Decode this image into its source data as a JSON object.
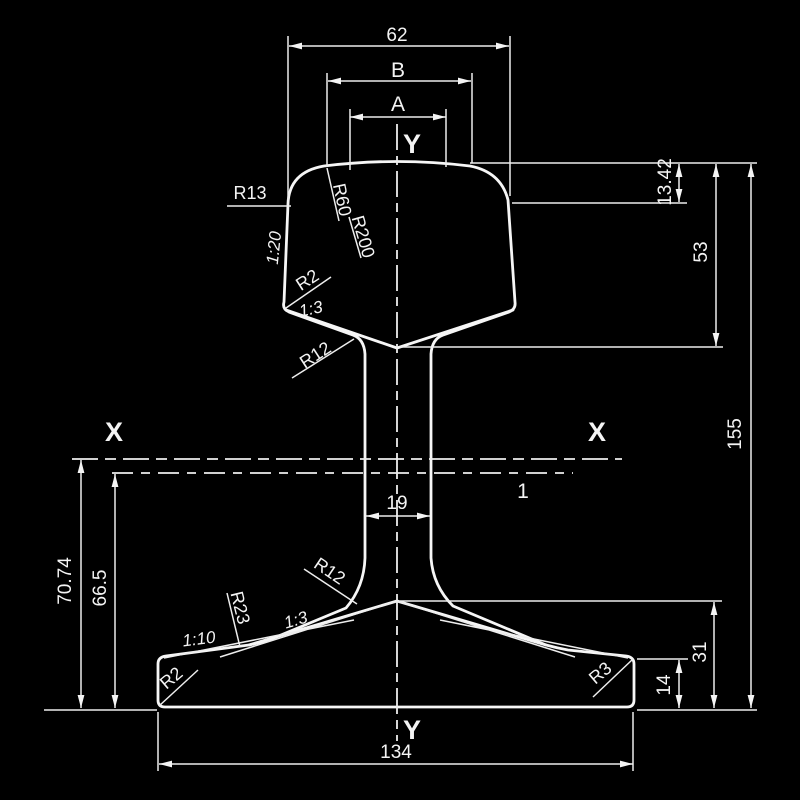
{
  "drawing": {
    "title_hint": "rail-profile-cross-section",
    "background_color": "#000000",
    "line_color": "#f4f4f4",
    "labels": {
      "dim_head_width": "62",
      "dim_b": "B",
      "dim_a": "A",
      "axis_y_top": "Y",
      "axis_y_bottom": "Y",
      "axis_x_left": "X",
      "axis_x_right": "X",
      "section_line_1": "1",
      "radius_head_corner": "R13",
      "radius_head_shoulder": "R60",
      "radius_head_crown": "R200",
      "slope_head_side": "1:20",
      "radius_head_lower_corner": "R2",
      "slope_head_bottom": "1:3",
      "radius_head_web_fillet": "R12",
      "dim_head_side_height": "13.42",
      "dim_head_depth": "53",
      "dim_total_height": "155",
      "dim_web_thickness": "19",
      "dim_axis_to_base": "70.74",
      "dim_section_to_base": "66.5",
      "radius_web_foot_fillet": "R12",
      "radius_foot_transition": "R23",
      "slope_foot_inner": "1:3",
      "slope_foot_outer": "1:10",
      "radius_foot_bottom_corner": "R2",
      "radius_foot_edge_corner": "R3",
      "dim_foot_center_height": "31",
      "dim_foot_edge_height": "14",
      "dim_foot_width": "134"
    }
  }
}
